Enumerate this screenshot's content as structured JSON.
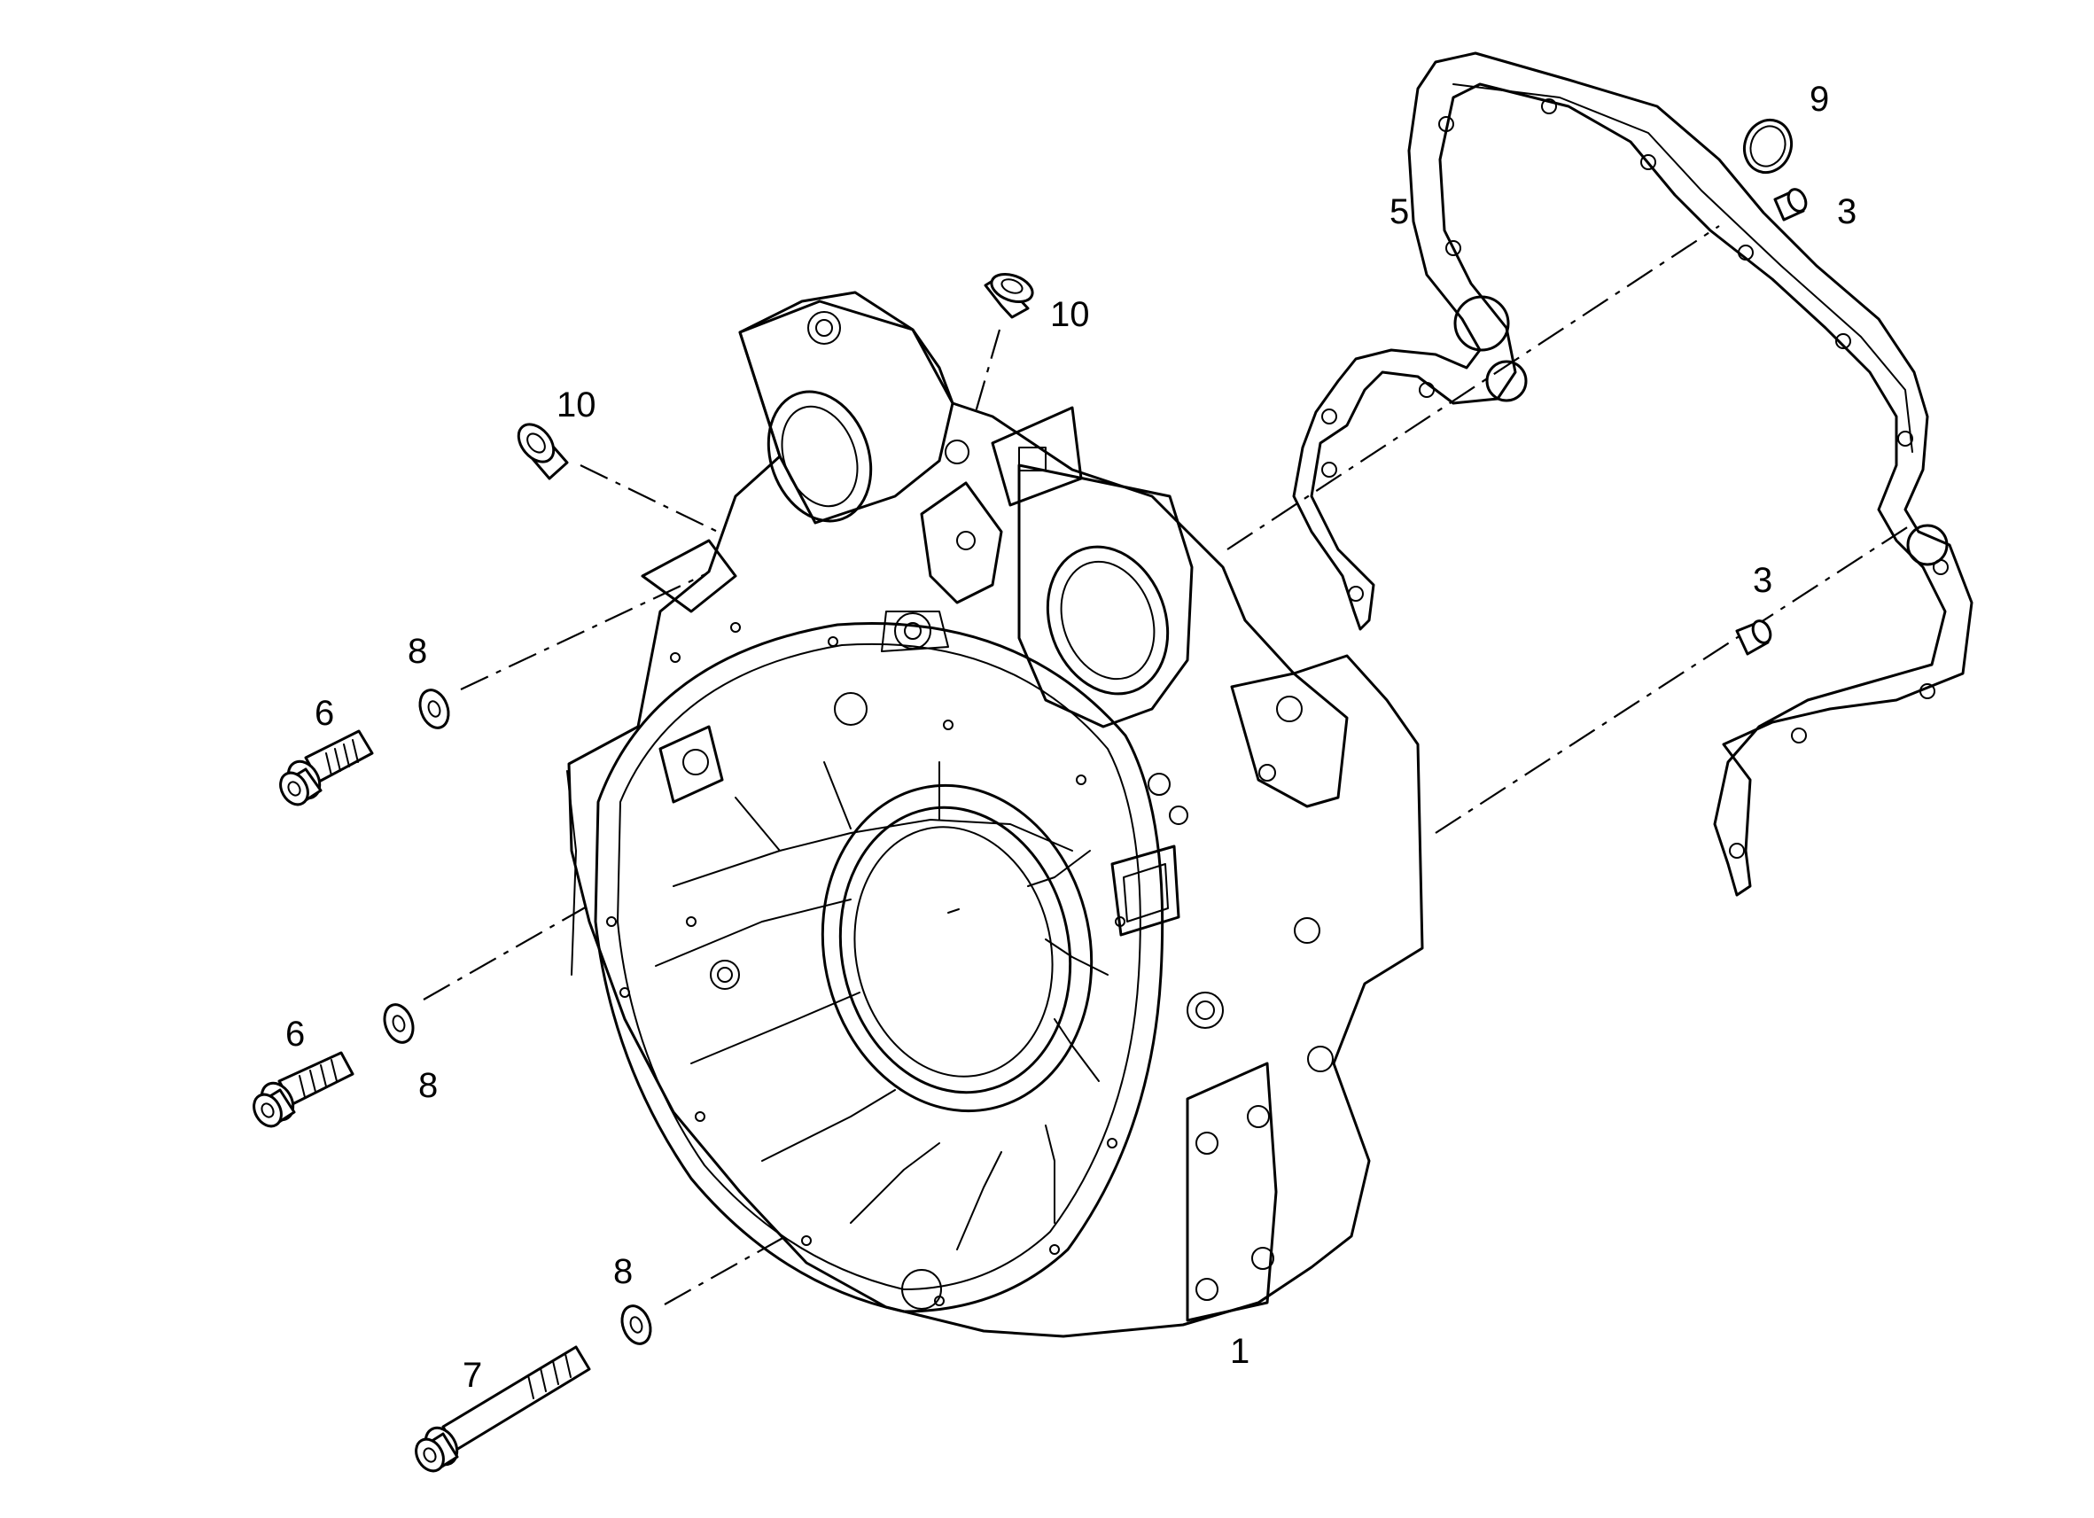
{
  "callouts": {
    "c1": "1",
    "c3a": "3",
    "c3b": "3",
    "c5": "5",
    "c6a": "6",
    "c6b": "6",
    "c7": "7",
    "c8a": "8",
    "c8b": "8",
    "c8c": "8",
    "c9": "9",
    "c10a": "10",
    "c10b": "10"
  },
  "colors": {
    "ink": "#000000",
    "background": "#ffffff"
  }
}
